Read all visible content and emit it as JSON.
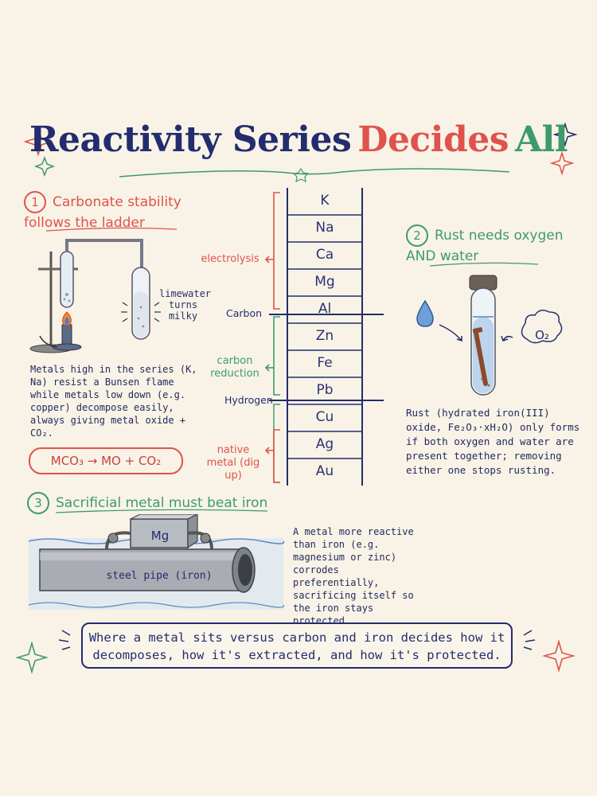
{
  "title": {
    "part1": "Reactivity Series",
    "part2": "Decides",
    "part3": "All"
  },
  "section1": {
    "number": "1",
    "heading": "Carbonate stability follows the ladder",
    "annotation": "limewater turns milky",
    "text": "Metals high in the series (K, Na) resist a Bunsen flame while metals low down (e.g. copper) decompose easily, always giving metal oxide + CO₂.",
    "formula": "MCO₃ → MO + CO₂"
  },
  "ladder": {
    "metals": [
      "K",
      "Na",
      "Ca",
      "Mg",
      "Al",
      "Zn",
      "Fe",
      "Pb",
      "Cu",
      "Ag",
      "Au"
    ],
    "carbon_label": "Carbon",
    "hydrogen_label": "Hydrogen",
    "groups": [
      "electrolysis",
      "carbon reduction",
      "native metal (dig up)"
    ]
  },
  "section2": {
    "number": "2",
    "heading": "Rust needs oxygen AND water",
    "bubble_label": "O₂",
    "text": "Rust (hydrated iron(III) oxide, Fe₂O₃·xH₂O) only forms if both oxygen and water are present together; removing either one stops rusting."
  },
  "section3": {
    "number": "3",
    "heading": "Sacrificial metal must beat iron",
    "block_label": "Mg",
    "pipe_label": "steel pipe (iron)",
    "text": "A metal more reactive than iron (e.g. magnesium or zinc) corrodes preferentially, sacrificing itself so the iron stays protected."
  },
  "summary": "Where a metal sits versus carbon and iron decides how it decomposes, how it's extracted, and how it's protected.",
  "colors": {
    "navy": "#232c6e",
    "red": "#e0524d",
    "green": "#3f9a6b",
    "paper": "#f8f3e6"
  }
}
